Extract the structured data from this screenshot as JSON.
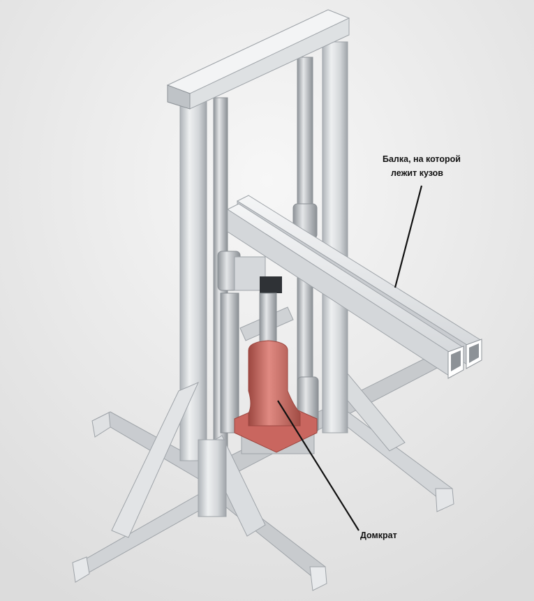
{
  "labels": {
    "beam_line1": "Балка, на которой",
    "beam_line2": "лежит кузов",
    "jack": "Домкрат"
  },
  "colors": {
    "background": "#e9e9e9",
    "steel_light": "#f1f1f1",
    "steel_mid": "#cfd2d5",
    "steel_dark": "#9ea3a8",
    "rod": "#b9bec3",
    "jack_body": "#c9665f",
    "jack_light": "#e08a82",
    "jack_dark": "#9c4740",
    "leader_line": "#111111"
  }
}
